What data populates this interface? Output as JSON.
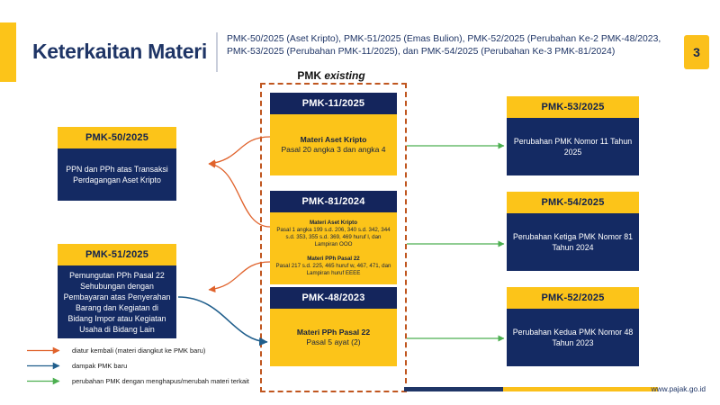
{
  "header": {
    "title": "Keterkaitan Materi",
    "subtitle": "PMK-50/2025 (Aset Kripto), PMK-51/2025 (Emas Bulion), PMK-52/2025 (Perubahan Ke-2 PMK-48/2023, PMK-53/2025 (Perubahan PMK-11/2025), dan PMK-54/2025 (Perubahan Ke-3 PMK-81/2024)",
    "page_number": "3"
  },
  "group": {
    "label_static": "PMK ",
    "label_italic": "existing"
  },
  "left_cards": [
    {
      "code": "PMK-50/2025",
      "body": "PPN dan PPh atas Transaksi Perdagangan Aset Kripto"
    },
    {
      "code": "PMK-51/2025",
      "body": "Pemungutan PPh Pasal 22 Sehubungan dengan Pembayaran atas Penyerahan Barang dan Kegiatan di Bidang Impor atau Kegiatan Usaha di Bidang Lain"
    }
  ],
  "center_cards": [
    {
      "code": "PMK-11/2025",
      "sections": [
        {
          "title": "Materi Aset Kripto",
          "detail": "Pasal 20 angka 3 dan angka 4"
        }
      ]
    },
    {
      "code": "PMK-81/2024",
      "sections": [
        {
          "title": "Materi Aset Kripto",
          "detail": "Pasal 1 angka 199 s.d. 206, 340 s.d. 342, 344 s.d. 353, 355 s.d. 369, 469 huruf l, dan Lampiran OOO"
        },
        {
          "title": "Materi PPh Pasal 22",
          "detail": "Pasal 217 s.d. 225, 465 huruf w, 467, 471, dan Lampiran huruf EEEE"
        }
      ]
    },
    {
      "code": "PMK-48/2023",
      "sections": [
        {
          "title": "Materi PPh Pasal 22",
          "detail": "Pasal 5 ayat (2)"
        }
      ]
    }
  ],
  "right_cards": [
    {
      "code": "PMK-53/2025",
      "body": "Perubahan PMK Nomor 11 Tahun 2025"
    },
    {
      "code": "PMK-54/2025",
      "body": "Perubahan Ketiga PMK Nomor 81 Tahun 2024"
    },
    {
      "code": "PMK-52/2025",
      "body": "Perubahan Kedua PMK Nomor 48 Tahun 2023"
    }
  ],
  "legend": [
    {
      "color": "#E0622B",
      "label": "diatur kembali (materi diangkut ke PMK baru)"
    },
    {
      "color": "#1F5E8C",
      "label": "dampak PMK baru"
    },
    {
      "color": "#4CAF50",
      "label": "perubahan PMK dengan menghapus/merubah materi terkait"
    }
  ],
  "footer": {
    "url": "www.pajak.go.id"
  },
  "colors": {
    "navy": "#14255C",
    "yellow": "#FCC419",
    "orange": "#E0622B",
    "blue": "#1F5E8C",
    "green": "#4CAF50",
    "title_navy": "#1F3566"
  }
}
